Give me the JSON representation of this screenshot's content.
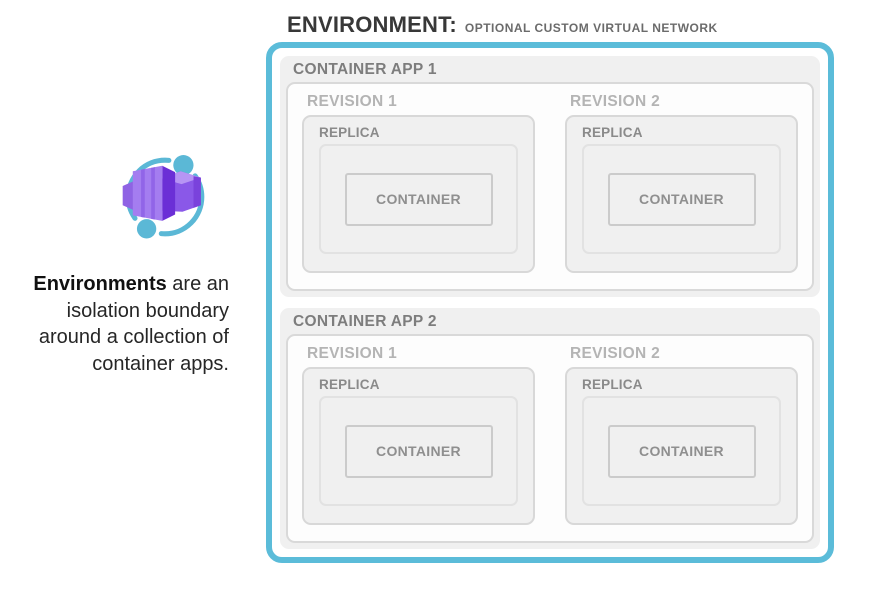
{
  "header": {
    "title": "ENVIRONMENT:",
    "subtitle": "OPTIONAL CUSTOM VIRTUAL NETWORK"
  },
  "description": {
    "bold": "Environments",
    "line1_rest": " are an",
    "line2": "isolation boundary",
    "line3": "around a collection of",
    "line4": "container apps."
  },
  "icon": {
    "name": "azure-container-apps-icon"
  },
  "environment": {
    "apps": [
      {
        "label": "CONTAINER APP 1",
        "revisions": [
          {
            "label": "REVISION 1",
            "replica_label": "REPLICA",
            "container_label": "CONTAINER"
          },
          {
            "label": "REVISION 2",
            "replica_label": "REPLICA",
            "container_label": "CONTAINER"
          }
        ]
      },
      {
        "label": "CONTAINER APP 2",
        "revisions": [
          {
            "label": "REVISION 1",
            "replica_label": "REPLICA",
            "container_label": "CONTAINER"
          },
          {
            "label": "REVISION 2",
            "replica_label": "REPLICA",
            "container_label": "CONTAINER"
          }
        ]
      }
    ]
  },
  "colors": {
    "environment_border": "#5bbcd9",
    "panel_gray": "#f0f0f0",
    "panel_border_gray": "#d8d8d8",
    "icon_cyan": "#5bb8d6",
    "icon_purple_light": "#a47df0",
    "icon_purple_mid": "#8a58e8",
    "icon_purple_dark": "#6b2fd6"
  }
}
